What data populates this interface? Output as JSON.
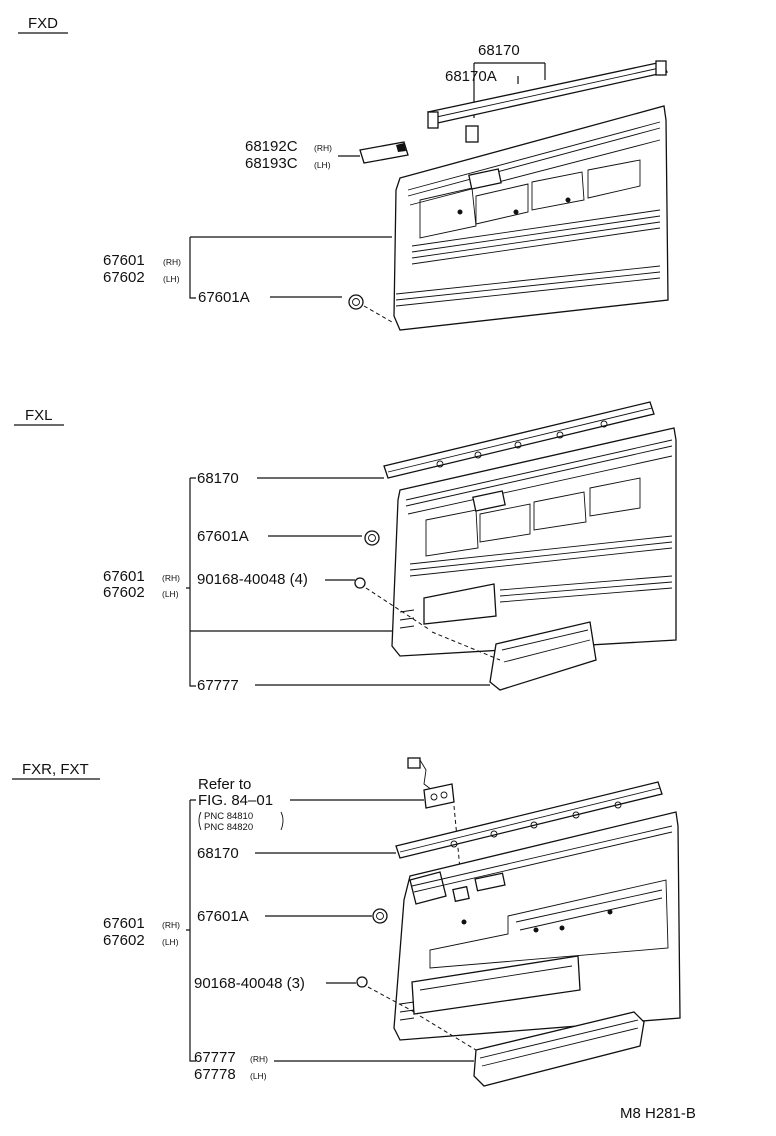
{
  "sections": [
    {
      "title": "FXD",
      "labels": {
        "p68170": "68170",
        "p68170A": "68170A",
        "p68192C": "68192C",
        "p68192C_suffix": "(RH)",
        "p68193C": "68193C",
        "p68193C_suffix": "(LH)",
        "p67601": "67601",
        "p67601_suffix": "(RH)",
        "p67602": "67602",
        "p67602_suffix": "(LH)",
        "p67601A": "67601A"
      }
    },
    {
      "title": "FXL",
      "labels": {
        "p68170": "68170",
        "p67601A": "67601A",
        "p67601": "67601",
        "p67601_suffix": "(RH)",
        "p67602": "67602",
        "p67602_suffix": "(LH)",
        "p90168": "90168-40048 (4)",
        "p67777": "67777"
      }
    },
    {
      "title": "FXR, FXT",
      "labels": {
        "refer_line1": "Refer to",
        "refer_line2": "FIG. 84–01",
        "pnc1": "PNC 84810",
        "pnc2": "PNC 84820",
        "p68170": "68170",
        "p67601": "67601",
        "p67601_suffix": "(RH)",
        "p67602": "67602",
        "p67602_suffix": "(LH)",
        "p67601A": "67601A",
        "p90168": "90168-40048 (3)",
        "p67777": "67777",
        "p67777_suffix": "(RH)",
        "p67778": "67778",
        "p67778_suffix": "(LH)"
      }
    }
  ],
  "footer_code": "M8 H281-B"
}
